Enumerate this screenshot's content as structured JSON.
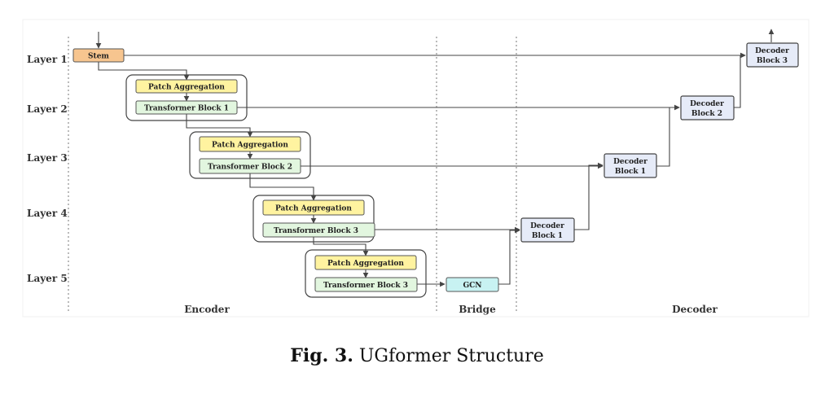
{
  "layers": [
    "Layer 1",
    "Layer 2",
    "Layer 3",
    "Layer 4",
    "Layer 5"
  ],
  "sections": [
    "Encoder",
    "Bridge",
    "Decoder"
  ],
  "nodes": {
    "stem": "Stem",
    "pa1": "Patch Aggregation",
    "tb1": "Transformer Block 1",
    "pa2": "Patch Aggregation",
    "tb2": "Transformer Block 2",
    "pa3": "Patch Aggregation",
    "tb3": "Transformer Block 3",
    "pa4": "Patch Aggregation",
    "tb4": "Transformer Block 3",
    "gcn": "GCN",
    "dec4": [
      "Decoder",
      "Block 1"
    ],
    "dec3": [
      "Decoder",
      "Block 1"
    ],
    "dec2": [
      "Decoder",
      "Block 2"
    ],
    "dec1": [
      "Decoder",
      "Block 3"
    ]
  },
  "caption": {
    "label": "Fig. 3.",
    "text": "UGformer Structure"
  },
  "colors": {
    "stem": "#f7c58f",
    "patch_aggregation": "#fff3a0",
    "transformer_block": "#e2f6df",
    "gcn": "#c8f2f2",
    "decoder": "#e6ebf8",
    "edge": "#444444"
  }
}
